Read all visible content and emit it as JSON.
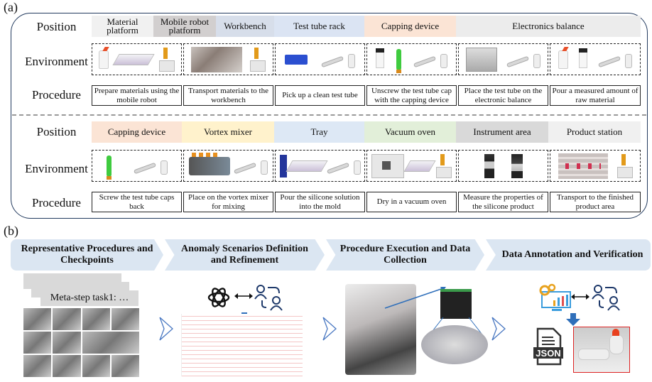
{
  "panel_a": {
    "label": "(a)",
    "row_labels": {
      "position": "Position",
      "environment": "Environment",
      "procedure": "Procedure"
    },
    "top": {
      "positions": [
        {
          "label": "Material platform",
          "color": "#f1f1f1"
        },
        {
          "label": "Mobile robot platform",
          "color": "#d2cfcf"
        },
        {
          "label": "Workbench",
          "color": "#d7deea"
        },
        {
          "label": "Test tube rack",
          "color": "#dbe4f3"
        },
        {
          "label": "Capping device",
          "color": "#fbe4d5"
        },
        {
          "label": "Electronics balance",
          "color": "#ececec"
        }
      ],
      "environments": [
        {
          "items": [
            "wash-bottle",
            "silicone-mold-tray",
            "mobile-robot"
          ]
        },
        {
          "items": [
            "workbench-photo",
            "mobile-robot"
          ]
        },
        {
          "items": [
            "test-tube-rack",
            "robot-arm"
          ]
        },
        {
          "items": [
            "vial",
            "capping-screwdriver",
            "robot-arm"
          ]
        },
        {
          "items": [
            "electronic-balance",
            "robot-arm"
          ]
        },
        {
          "items": [
            "wash-bottle",
            "vial",
            "robot-arm"
          ]
        }
      ],
      "procedures": [
        "Prepare materials using the mobile robot",
        "Transport materials to the workbench",
        "Pick up a clean test tube",
        "Unscrew the test tube cap with the capping device",
        "Place the test tube on the electronic balance",
        "Pour a measured amount of raw material"
      ]
    },
    "bottom": {
      "positions": [
        {
          "label": "Capping device",
          "color": "#fbe4d5"
        },
        {
          "label": "Vortex mixer",
          "color": "#fff2cc"
        },
        {
          "label": "Tray",
          "color": "#dde8f5"
        },
        {
          "label": "Vacuum oven",
          "color": "#e2efd9"
        },
        {
          "label": "Instrument area",
          "color": "#d9d9d9"
        },
        {
          "label": "Product station",
          "color": "#f0f0f0"
        }
      ],
      "environments": [
        {
          "items": [
            "capping-screwdriver",
            "robot-arm"
          ]
        },
        {
          "items": [
            "vortex-mixer",
            "robot-arm"
          ]
        },
        {
          "items": [
            "silicone-bottle",
            "silicone-mold-tray",
            "robot-arm"
          ]
        },
        {
          "items": [
            "vacuum-oven",
            "silicone-mold-tray",
            "mobile-robot"
          ]
        },
        {
          "items": [
            "tensile-tester",
            "hardness-tester"
          ]
        },
        {
          "items": [
            "product-shelf",
            "mobile-robot"
          ]
        }
      ],
      "procedures": [
        "Screw the test tube caps back",
        "Place on the vortex mixer for mixing",
        "Pour the silicone solution into the mold",
        "Dry in a vacuum oven",
        "Measure the properties of the silicone product",
        "Transport to the finished product area"
      ]
    }
  },
  "panel_b": {
    "label": "(b)",
    "stages": [
      {
        "title": "Representative Procedures and Checkpoints"
      },
      {
        "title": "Anomaly Scenarios Definition and Refinement"
      },
      {
        "title": "Procedure Execution and Data Collection"
      },
      {
        "title": "Data Annotation and Verification"
      }
    ],
    "meta_step_text": "Meta-step task1: …",
    "json_label": "JSON",
    "stage_color": "#dbe6f2",
    "chevron_color": "#4a78c2",
    "arrow_color": "#2f6fba"
  }
}
